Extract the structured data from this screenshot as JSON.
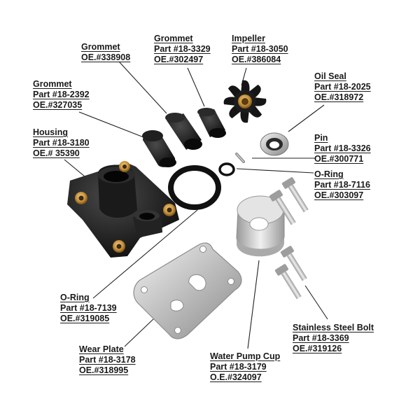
{
  "parts": [
    {
      "key": "grommet_a",
      "lines": [
        "Grommet",
        "OE.#338908"
      ]
    },
    {
      "key": "grommet_b",
      "lines": [
        "Grommet",
        "Part #18-3329",
        "OE.#302497"
      ]
    },
    {
      "key": "impeller",
      "lines": [
        "Impeller",
        "Part #18-3050",
        "OE.#386084"
      ]
    },
    {
      "key": "oil_seal",
      "lines": [
        "Oil Seal",
        "Part #18-2025",
        "OE.#318972"
      ]
    },
    {
      "key": "grommet_c",
      "lines": [
        "Grommet",
        "Part #18-2392",
        "OE.#327035"
      ]
    },
    {
      "key": "housing",
      "lines": [
        "Housing",
        "Part #18-3180",
        "OE.# 35390"
      ]
    },
    {
      "key": "pin",
      "lines": [
        "Pin",
        "Part #18-3326",
        "OE.#300771"
      ]
    },
    {
      "key": "oring_small",
      "lines": [
        "O-Ring",
        "Part #18-7116",
        "OE.#303097"
      ]
    },
    {
      "key": "oring_large",
      "lines": [
        "O-Ring",
        "Part #18-7139",
        "OE.#319085"
      ]
    },
    {
      "key": "bolt",
      "lines": [
        "Stainless Steel Bolt",
        "Part #18-3369",
        "OE.#319126"
      ]
    },
    {
      "key": "wear_plate",
      "lines": [
        "Wear Plate",
        "Part #18-3178",
        "OE.#318995"
      ]
    },
    {
      "key": "pump_cup",
      "lines": [
        "Water Pump Cup",
        "Part #18-3179",
        "O.E.#324097"
      ]
    }
  ]
}
